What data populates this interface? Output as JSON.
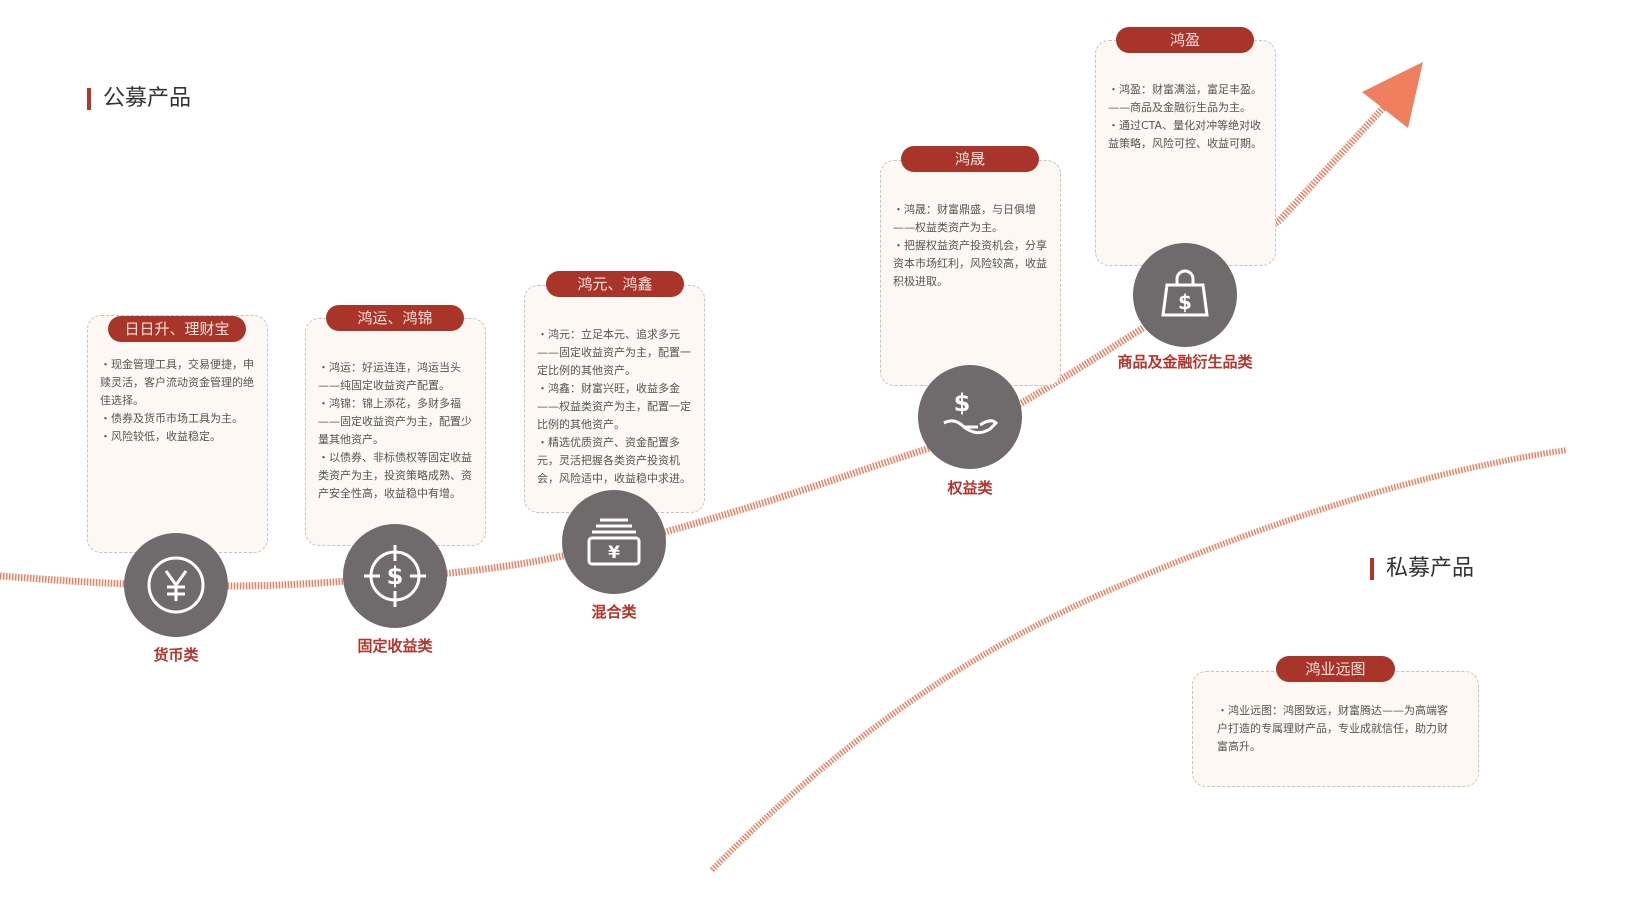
{
  "public_title": "公募产品",
  "private_title": "私募产品",
  "accent": "#a8342a",
  "curve_color": "#ef7f5e",
  "cards": [
    {
      "name": "日日升、理财宝",
      "category": "货币类",
      "icon": "yen-coin-icon",
      "lines": [
        "・现金管理工具，交易便捷，申赎灵活，客户流动资金管理的绝佳选择。",
        "・债券及货币市场工具为主。",
        "・风险较低，收益稳定。"
      ]
    },
    {
      "name": "鸿运、鸿锦",
      "category": "固定收益类",
      "icon": "dollar-target-icon",
      "lines": [
        "・鸿运：好运连连，鸿运当头——纯固定收益资产配置。",
        "・鸿锦：锦上添花，多财多福——固定收益资产为主，配置少量其他资产。",
        "・以债券、非标债权等固定收益类资产为主，投资策略成熟、资产安全性高，收益稳中有增。"
      ]
    },
    {
      "name": "鸿元、鸿鑫",
      "category": "混合类",
      "icon": "cash-stack-icon",
      "lines": [
        "・鸿元：立足本元、追求多元——固定收益资产为主，配置一定比例的其他资产。",
        "・鸿鑫：财富兴旺，收益多金——权益类资产为主，配置一定比例的其他资产。",
        "・精选优质资产、资金配置多元，灵活把握各类资产投资机会，风险适中，收益稳中求进。"
      ]
    },
    {
      "name": "鸿晟",
      "category": "权益类",
      "icon": "hand-dollar-icon",
      "lines": [
        "・鸿晟：财富鼎盛，与日俱增——权益类资产为主。",
        "・把握权益资产投资机会，分享资本市场红利，风险较高，收益积极进取。"
      ]
    },
    {
      "name": "鸿盈",
      "category": "商品及金融衍生品类",
      "icon": "money-bag-icon",
      "lines": [
        "・鸿盈：财富满溢，富足丰盈。——商品及金融衍生品为主。",
        "・通过CTA、量化对冲等绝对收益策略，风险可控、收益可期。"
      ]
    },
    {
      "name": "鸿业远图",
      "lines": [
        "・鸿业远图：鸿图致远，财富腾达——为高端客户打造的专属理财产品，专业成就信任，助力财富高升。"
      ]
    }
  ]
}
